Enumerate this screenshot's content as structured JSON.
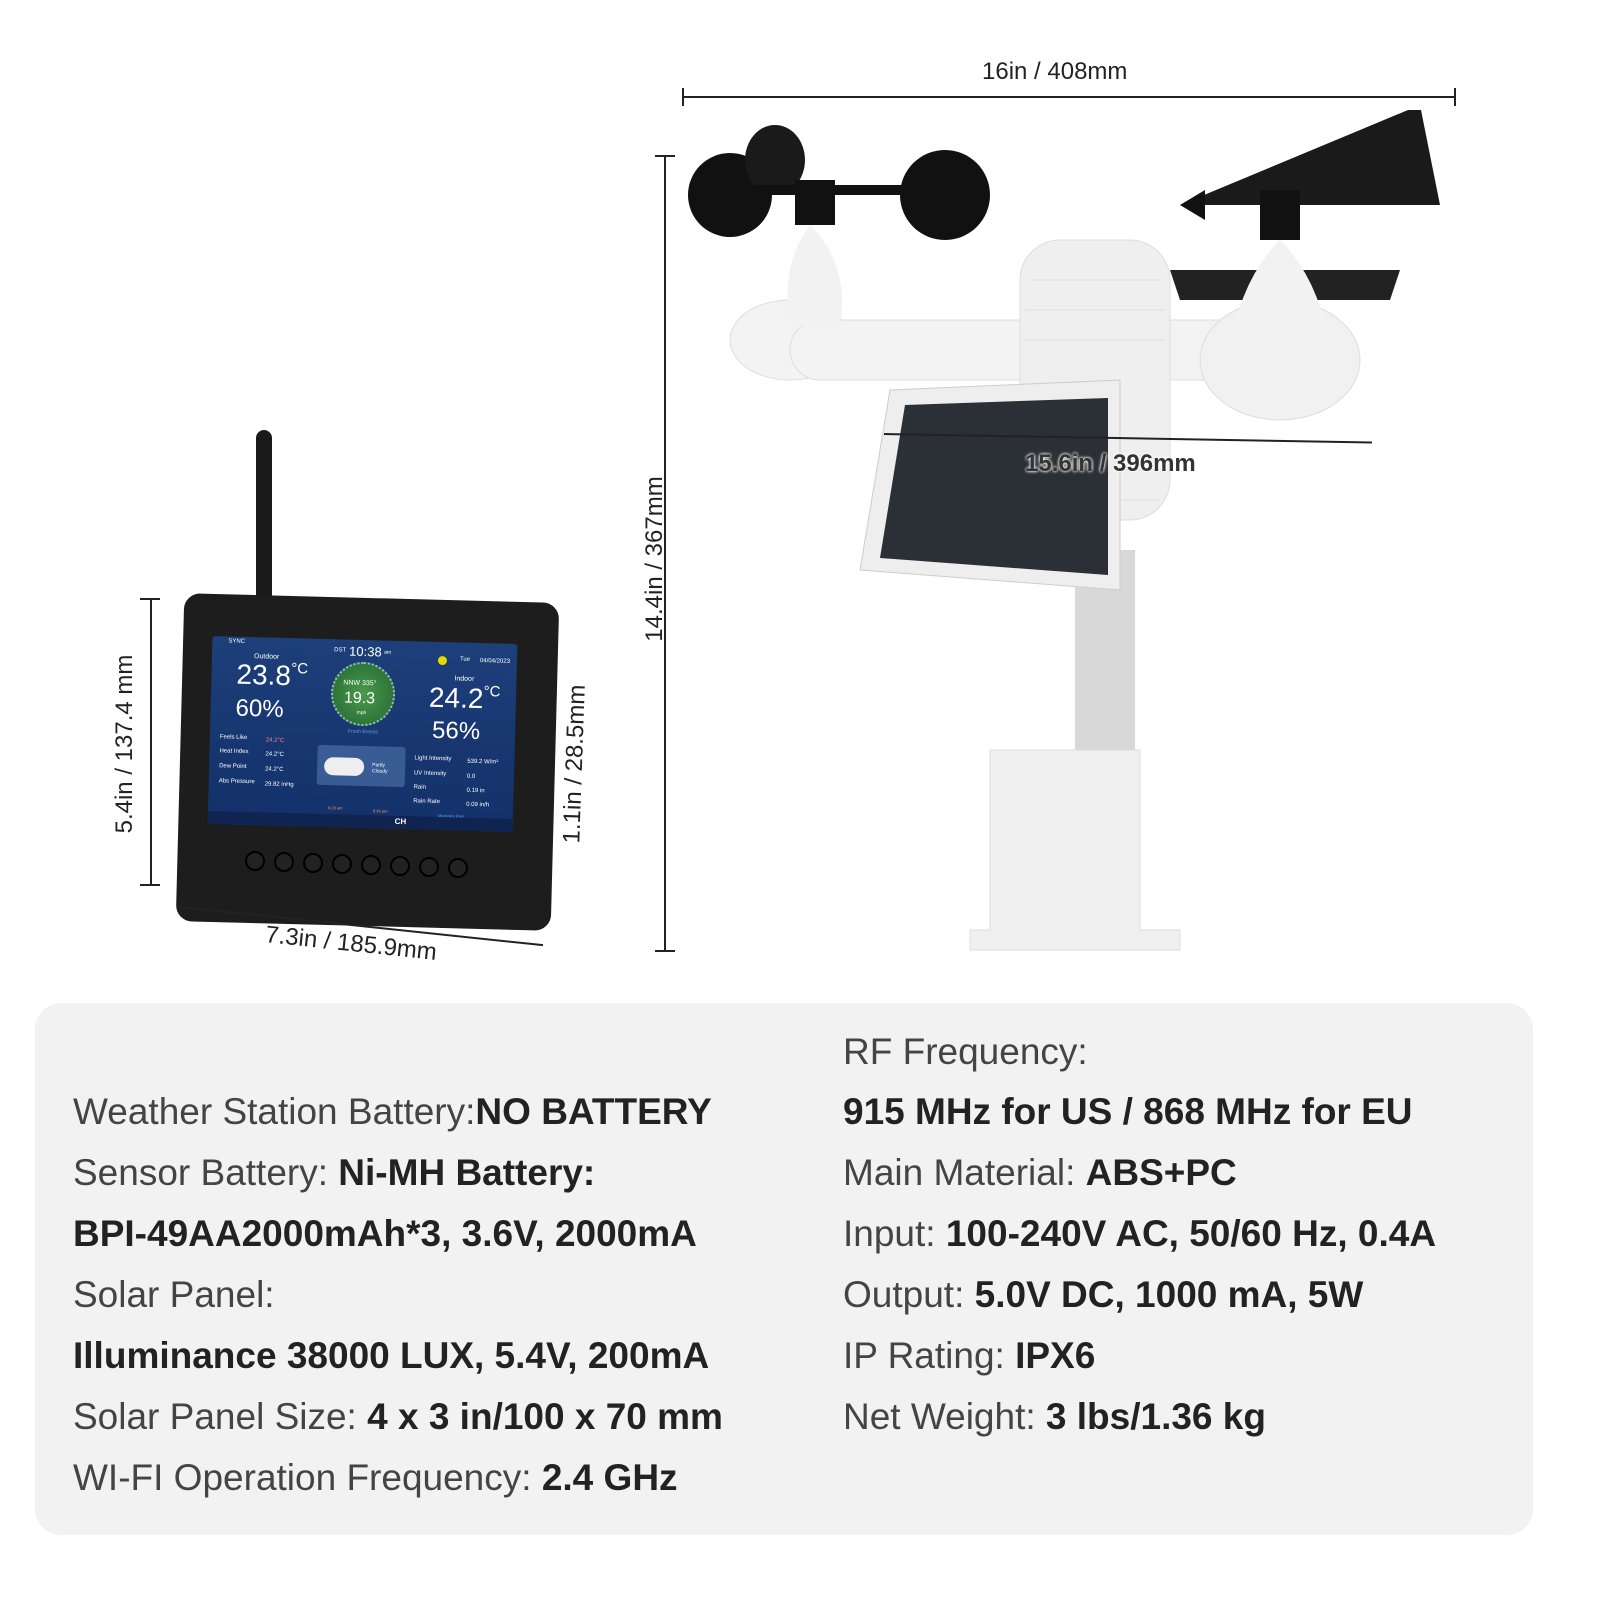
{
  "dimensions": {
    "station_width": "16in / 408mm",
    "station_height": "14.4in / 367mm",
    "station_depth": "15.6in / 396mm",
    "console_height": "5.4in / 137.4 mm",
    "console_width": "7.3in / 185.9mm",
    "console_depth": "1.1in / 28.5mm"
  },
  "console_screen": {
    "sync": "SYNC",
    "dst": "DST",
    "time": "10:38",
    "ampm": "am",
    "day": "Tue",
    "date": "04/04/2023",
    "outdoor_label": "Outdoor",
    "outdoor_temp": "23.8",
    "outdoor_unit": "°C",
    "outdoor_humidity": "60%",
    "indoor_label": "Indoor",
    "indoor_temp": "24.2",
    "indoor_unit": "°C",
    "indoor_humidity": "56%",
    "wind_dir": "NNW 335°",
    "wind_speed": "19.3",
    "wind_unit": "mph",
    "wind_desc": "Fresh Breeze",
    "left_stats": [
      {
        "label": "Feels Like",
        "value": "24.2°C"
      },
      {
        "label": "Heat Index",
        "value": "24.2°C"
      },
      {
        "label": "Dew Point",
        "value": "24.2°C"
      },
      {
        "label": "Abs Pressure",
        "value": "29.82 inHg"
      }
    ],
    "forecast": "Partly Cloudy",
    "sunrise": "6:23 am",
    "sunset": "6:45 pm",
    "right_stats": [
      {
        "label": "Light Intensity",
        "value": "539.2 W/m²"
      },
      {
        "label": "UV Intensity",
        "value": "0.0"
      },
      {
        "label": "Rain",
        "value": "0.19 in"
      },
      {
        "label": "Rain Rate",
        "value": "0.09 in/h"
      }
    ],
    "rain_desc": "Moderate Rain",
    "ch": "CH"
  },
  "specs": {
    "left": [
      {
        "label": "Weather Station Battery:",
        "value": "NO BATTERY"
      },
      {
        "label": "Sensor Battery: ",
        "value": "Ni-MH Battery:"
      },
      {
        "label": "",
        "value": "BPI-49AA2000mAh*3, 3.6V, 2000mA"
      },
      {
        "label": "Solar Panel:",
        "value": ""
      },
      {
        "label": "",
        "value": "Illuminance 38000 LUX, 5.4V, 200mA"
      },
      {
        "label": "Solar Panel Size: ",
        "value": "4 x 3 in/100 x 70 mm"
      },
      {
        "label": "WI-FI Operation Frequency: ",
        "value": "2.4 GHz"
      }
    ],
    "right": [
      {
        "label": "RF Frequency:",
        "value": ""
      },
      {
        "label": "",
        "value": "915 MHz for US / 868 MHz for EU"
      },
      {
        "label": "Main Material: ",
        "value": "ABS+PC"
      },
      {
        "label": "Input: ",
        "value": "100-240V AC, 50/60 Hz, 0.4A"
      },
      {
        "label": "Output: ",
        "value": "5.0V DC, 1000 mA, 5W"
      },
      {
        "label": "IP Rating: ",
        "value": "IPX6"
      },
      {
        "label": "Net Weight: ",
        "value": "3 lbs/1.36 kg"
      }
    ]
  }
}
